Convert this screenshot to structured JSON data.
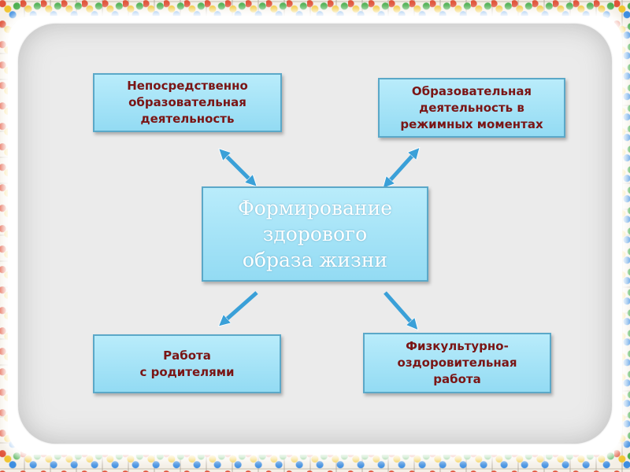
{
  "diagram": {
    "center": "Формирование\nздорового\n образа жизни",
    "boxes": {
      "top_left": "Непосредственно\nобразовательная\nдеятельность",
      "top_right": "Образовательная\nдеятельность в\nрежимных моментах",
      "bottom_left": "Работа\nс родителями",
      "bottom_right": "Физкультурно-\nоздоровительная\nработа"
    }
  },
  "colors": {
    "box_fill": "#a4e2f7",
    "box_border": "#5ba8c8",
    "box_text": "#7a1515",
    "center_text": "#ffffff",
    "arrow": "#3aa0d8"
  }
}
